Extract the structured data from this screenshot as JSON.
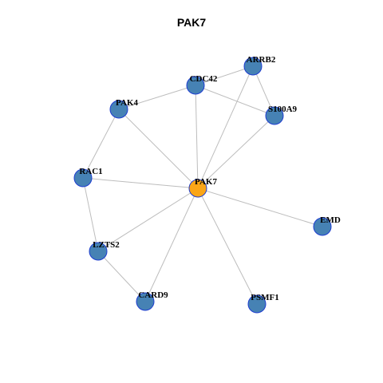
{
  "title": "PAK7",
  "colors": {
    "center_node": "#FBA617",
    "neighbor_node": "#4682B4",
    "node_stroke": "#1E3DD0",
    "edge": "#BDBDBD"
  },
  "nodes": [
    {
      "id": "PAK7",
      "label": "PAK7",
      "role": "center"
    },
    {
      "id": "ARRB2",
      "label": "ARRB2",
      "role": "neighbor"
    },
    {
      "id": "CDC42",
      "label": "CDC42",
      "role": "neighbor"
    },
    {
      "id": "PAK4",
      "label": "PAK4",
      "role": "neighbor"
    },
    {
      "id": "S100A9",
      "label": "S100A9",
      "role": "neighbor"
    },
    {
      "id": "RAC1",
      "label": "RAC1",
      "role": "neighbor"
    },
    {
      "id": "EMD",
      "label": "EMD",
      "role": "neighbor"
    },
    {
      "id": "LZTS2",
      "label": "LZTS2",
      "role": "neighbor"
    },
    {
      "id": "CARD9",
      "label": "CARD9",
      "role": "neighbor"
    },
    {
      "id": "PSMF1",
      "label": "PSMF1",
      "role": "neighbor"
    }
  ],
  "edges": [
    [
      "PAK7",
      "ARRB2"
    ],
    [
      "PAK7",
      "CDC42"
    ],
    [
      "PAK7",
      "PAK4"
    ],
    [
      "PAK7",
      "S100A9"
    ],
    [
      "PAK7",
      "RAC1"
    ],
    [
      "PAK7",
      "EMD"
    ],
    [
      "PAK7",
      "LZTS2"
    ],
    [
      "PAK7",
      "CARD9"
    ],
    [
      "PAK7",
      "PSMF1"
    ],
    [
      "CDC42",
      "ARRB2"
    ],
    [
      "CDC42",
      "PAK4"
    ],
    [
      "CDC42",
      "S100A9"
    ],
    [
      "ARRB2",
      "S100A9"
    ],
    [
      "PAK4",
      "RAC1"
    ],
    [
      "RAC1",
      "LZTS2"
    ],
    [
      "LZTS2",
      "CARD9"
    ]
  ]
}
